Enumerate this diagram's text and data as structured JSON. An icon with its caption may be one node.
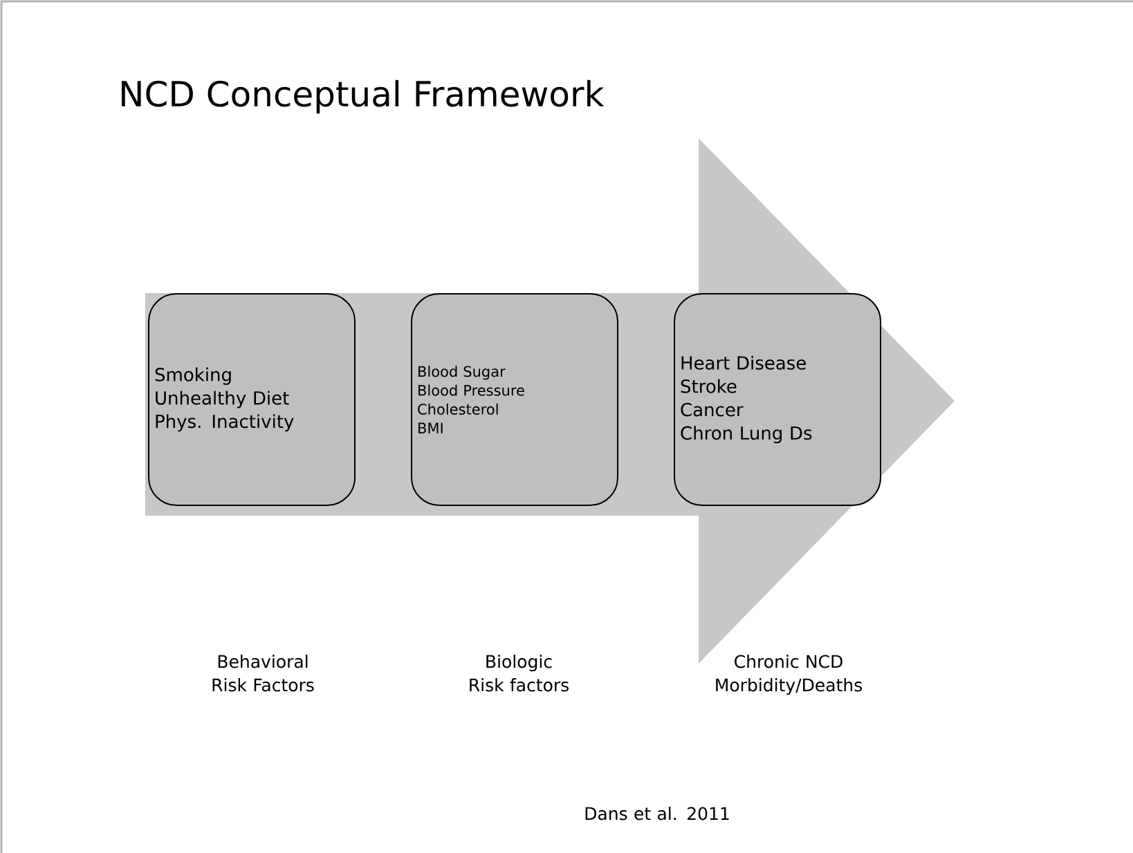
{
  "diagram": {
    "title": "NCD Conceptual Framework",
    "nodes": [
      {
        "text": [
          "Smoking",
          "Unhealthy Diet",
          "Phys. Inactivity"
        ]
      },
      {
        "text": [
          "Blood Sugar",
          "Blood Pressure",
          "Cholesterol",
          "BMI"
        ]
      },
      {
        "text": [
          "Heart Disease",
          "Stroke",
          "Cancer",
          "Chron Lung Ds"
        ]
      }
    ],
    "labels": [
      "Behavioral Risk Factors",
      "Biologic Risk factors",
      "Chronic NCD Morbidity/Deaths",
      "Dans et al. 2011"
    ]
  }
}
